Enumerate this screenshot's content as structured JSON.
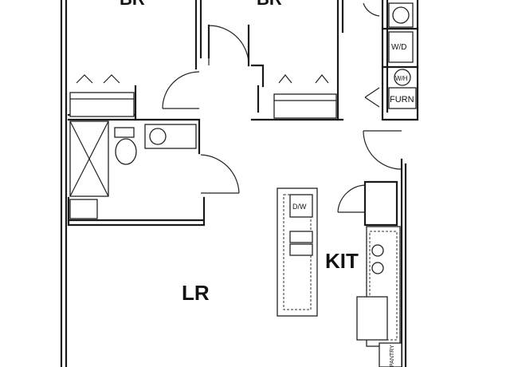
{
  "rooms": {
    "br_left": "BR",
    "br_right": "BR",
    "kit": "KIT",
    "lr": "LR"
  },
  "fixtures": {
    "wd": "W/D",
    "wh": "W/H",
    "furn": "FURN",
    "dw": "D/W",
    "pantry": "PANTRY"
  }
}
